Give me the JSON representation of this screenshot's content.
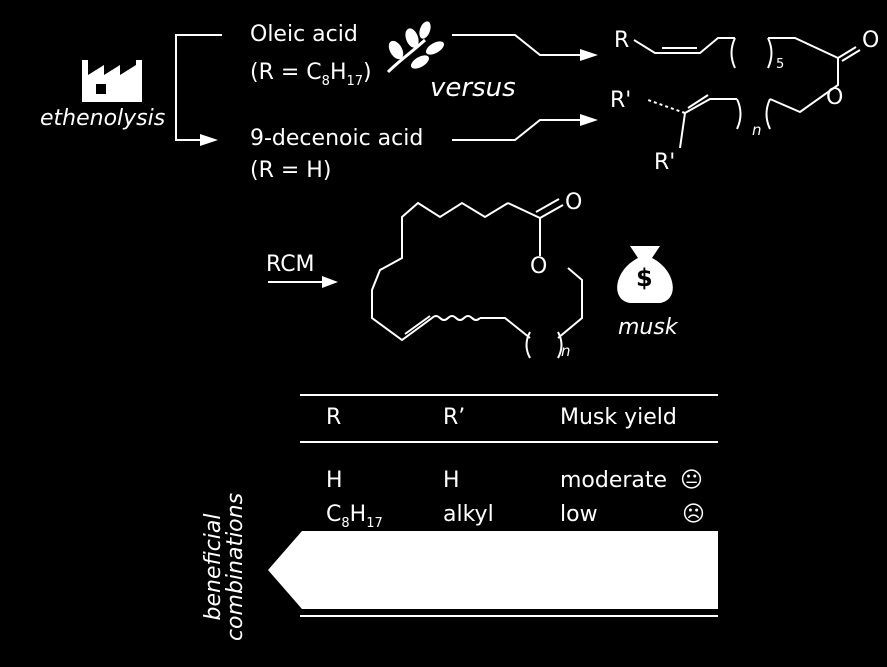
{
  "process": {
    "label": "ethenolysis",
    "factory_icon": "factory-icon"
  },
  "feedstocks": {
    "oleic": {
      "name": "Oleic acid",
      "r_prefix": "(R = C",
      "sub1": "8",
      "mid": "H",
      "sub2": "17",
      "suffix": ")"
    },
    "decenoic": {
      "name": "9-decenoic acid",
      "r_def": "(R = H)"
    },
    "leaf_icon": "plant-icon",
    "versus": "versus"
  },
  "ester_structure": {
    "R": "R",
    "n5": "5",
    "O_carbonyl": "O",
    "O_ester": "O",
    "Rp_top": "R'",
    "Rp_bottom": "R'",
    "n": "n"
  },
  "macrocycle": {
    "step": "RCM",
    "O_carbonyl": "O",
    "O_ring": "O",
    "n": "n"
  },
  "product": {
    "label": "musk",
    "icon": "money-bag-icon",
    "symbol": "$"
  },
  "table": {
    "headers": [
      "R",
      "R’",
      "Musk yield"
    ],
    "rows": [
      {
        "R": "H",
        "Rp": "H",
        "yield": "moderate",
        "face": "😐"
      },
      {
        "R_main": "C",
        "R_sub1": "8",
        "R_mid": "H",
        "R_sub2": "17",
        "Rp": "alkyl",
        "yield": "low",
        "face": "☹"
      }
    ],
    "side_label_line1": "beneficial",
    "side_label_line2": "combinations"
  }
}
